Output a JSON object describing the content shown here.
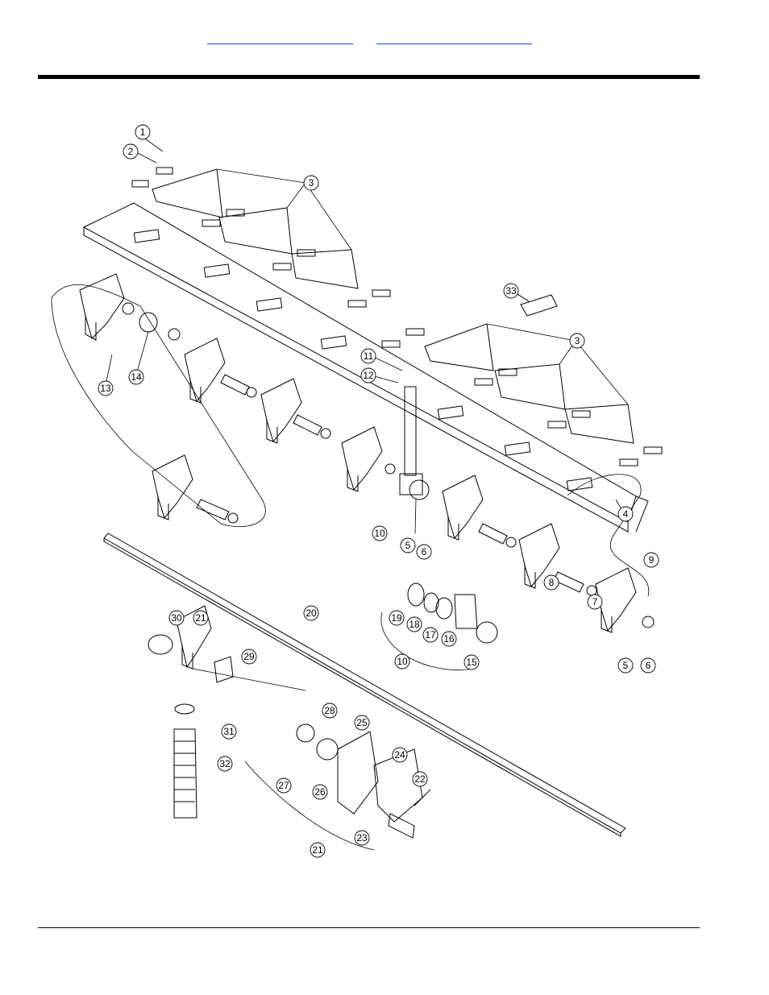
{
  "header": {
    "link_left": "",
    "link_right": ""
  },
  "diagram": {
    "callouts": [
      "1",
      "2",
      "3",
      "3",
      "4",
      "5",
      "5",
      "6",
      "6",
      "7",
      "8",
      "9",
      "10",
      "10",
      "11",
      "12",
      "13",
      "14",
      "15",
      "16",
      "17",
      "18",
      "19",
      "20",
      "21",
      "21",
      "22",
      "23",
      "24",
      "25",
      "26",
      "27",
      "28",
      "29",
      "30",
      "31",
      "32",
      "33"
    ]
  }
}
